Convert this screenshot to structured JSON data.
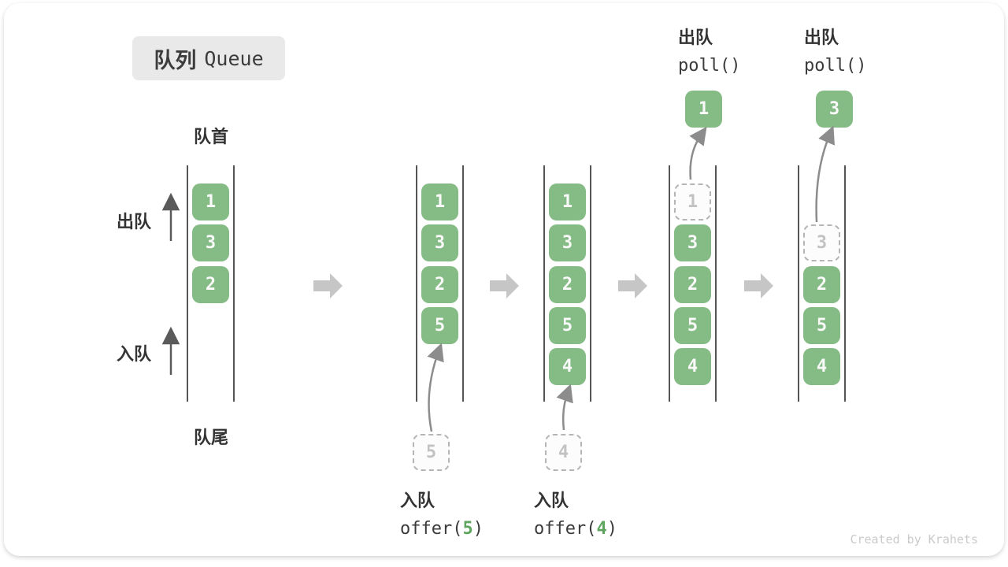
{
  "title": {
    "zh": "队列",
    "en": "Queue"
  },
  "labels": {
    "front": "队首",
    "rear": "队尾",
    "dequeue": "出队",
    "enqueue": "入队"
  },
  "colors": {
    "green": "#85BB85",
    "code_green": "#5FA55F",
    "rail": "#555555",
    "arrow_gray": "#8C8C8C",
    "flow_arrow": "#C6C6C6"
  },
  "queue_states": [
    {
      "cells": [
        {
          "value": "1"
        },
        {
          "value": "3"
        },
        {
          "value": "2"
        }
      ]
    },
    {
      "cells": [
        {
          "value": "1"
        },
        {
          "value": "3"
        },
        {
          "value": "2"
        },
        {
          "value": "5"
        }
      ],
      "incoming": "5"
    },
    {
      "cells": [
        {
          "value": "1"
        },
        {
          "value": "3"
        },
        {
          "value": "2"
        },
        {
          "value": "5"
        },
        {
          "value": "4"
        }
      ],
      "incoming": "4"
    },
    {
      "cells": [
        {
          "value": "1",
          "ghost": true
        },
        {
          "value": "3"
        },
        {
          "value": "2"
        },
        {
          "value": "5"
        },
        {
          "value": "4"
        }
      ],
      "outgoing": "1"
    },
    {
      "cells": [
        {
          "value": "3",
          "ghost": true
        },
        {
          "value": "2"
        },
        {
          "value": "5"
        },
        {
          "value": "4"
        }
      ],
      "outgoing": "3"
    }
  ],
  "operations": {
    "enqueue5": {
      "action": "入队",
      "code_open": "offer(",
      "arg": "5",
      "code_close": ")"
    },
    "enqueue4": {
      "action": "入队",
      "code_open": "offer(",
      "arg": "4",
      "code_close": ")"
    },
    "poll1": {
      "action": "出队",
      "code": "poll()"
    },
    "poll2": {
      "action": "出队",
      "code": "poll()"
    }
  },
  "watermark": "Created by Krahets"
}
